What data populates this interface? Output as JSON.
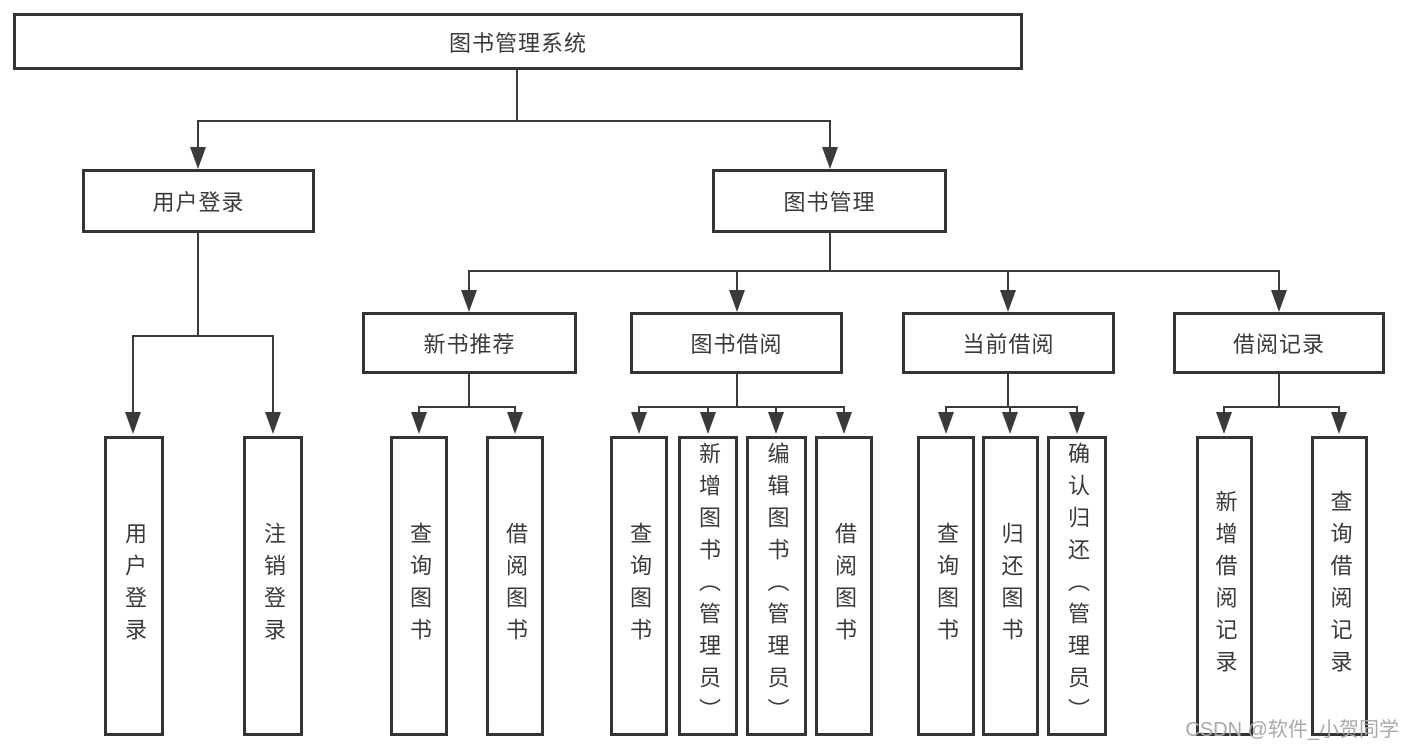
{
  "diagram": {
    "type": "hierarchy-tree",
    "title": "图书管理系统"
  },
  "nodes": {
    "root": "图书管理系统",
    "user_login": "用户登录",
    "book_mgmt": "图书管理",
    "new_book_rec": "新书推荐",
    "book_borrow": "图书借阅",
    "current_borrow": "当前借阅",
    "borrow_records": "借阅记录",
    "leaf_user_login": "用户登录",
    "leaf_logout": "注销登录",
    "rec_query_books": "查询图书",
    "rec_borrow_books": "借阅图书",
    "bb_query_books": "查询图书",
    "bb_add_books": "新增图书（管理员）",
    "bb_edit_books": "编辑图书（管理员）",
    "bb_borrow_books": "借阅图书",
    "cb_query_books": "查询图书",
    "cb_return_books": "归还图书",
    "cb_confirm_return": "确认归还（管理员）",
    "br_add_record": "新增借阅记录",
    "br_query_record": "查询借阅记录"
  },
  "watermark": "CSDN @软件_小贺同学",
  "colors": {
    "line": "#3a3a3a",
    "border": "#343434",
    "text": "#3a3a3a",
    "watermark": "#a9a9ad",
    "background": "#ffffff"
  }
}
